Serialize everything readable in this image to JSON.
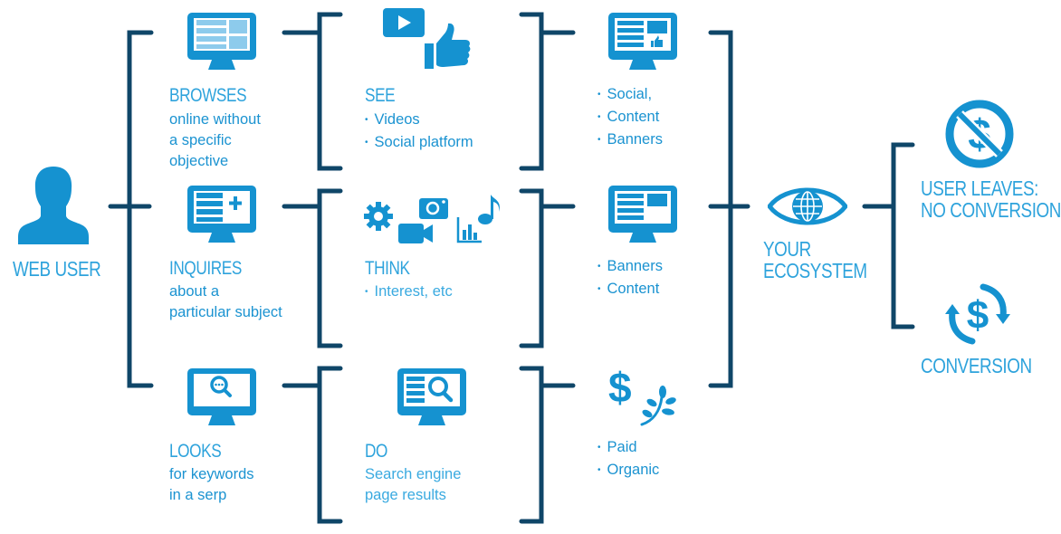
{
  "colors": {
    "connector": "#0f4668",
    "accent": "#1592d0",
    "heading": "#2ea3dc"
  },
  "web_user": {
    "label": "WEB USER",
    "icon": "user-silhouette-icon"
  },
  "behaviors": [
    {
      "title": "BROWSES",
      "lines": [
        "online without",
        "a specific",
        "objective"
      ],
      "icon": "monitor-layout-icon"
    },
    {
      "title": "INQUIRES",
      "lines": [
        "about a",
        "particular subject"
      ],
      "icon": "monitor-add-icon"
    },
    {
      "title": "LOOKS",
      "lines": [
        "for keywords",
        "in a serp"
      ],
      "icon": "monitor-search-icon"
    }
  ],
  "stages": [
    {
      "title": "SEE",
      "bullets": [
        "Videos",
        "Social platform"
      ],
      "icons": [
        "video-play-icon",
        "thumbs-up-icon"
      ]
    },
    {
      "title": "THINK",
      "bullets": [
        "Interest, etc"
      ],
      "icons": [
        "gear-icon",
        "camera-icon",
        "video-camera-icon",
        "bar-chart-icon",
        "music-note-icon"
      ]
    },
    {
      "title": "DO",
      "lines": [
        "Search engine",
        "page results"
      ],
      "icons": [
        "monitor-results-search-icon"
      ]
    }
  ],
  "channels": [
    {
      "bullets": [
        "Social,",
        "Content",
        "Banners"
      ],
      "icon": "monitor-social-banner-icon"
    },
    {
      "bullets": [
        "Banners",
        "Content"
      ],
      "icon": "monitor-banner-icon"
    },
    {
      "bullets": [
        "Paid",
        "Organic"
      ],
      "icons": [
        "dollar-icon",
        "sprout-icon"
      ]
    }
  ],
  "ecosystem": {
    "lines": [
      "YOUR",
      "ECOSYSTEM"
    ],
    "icon": "eye-globe-icon"
  },
  "outcomes": [
    {
      "lines": [
        "USER LEAVES:",
        "NO CONVERSION"
      ],
      "icon": "no-dollar-icon"
    },
    {
      "lines": [
        "CONVERSION"
      ],
      "icon": "dollar-cycle-icon"
    }
  ]
}
